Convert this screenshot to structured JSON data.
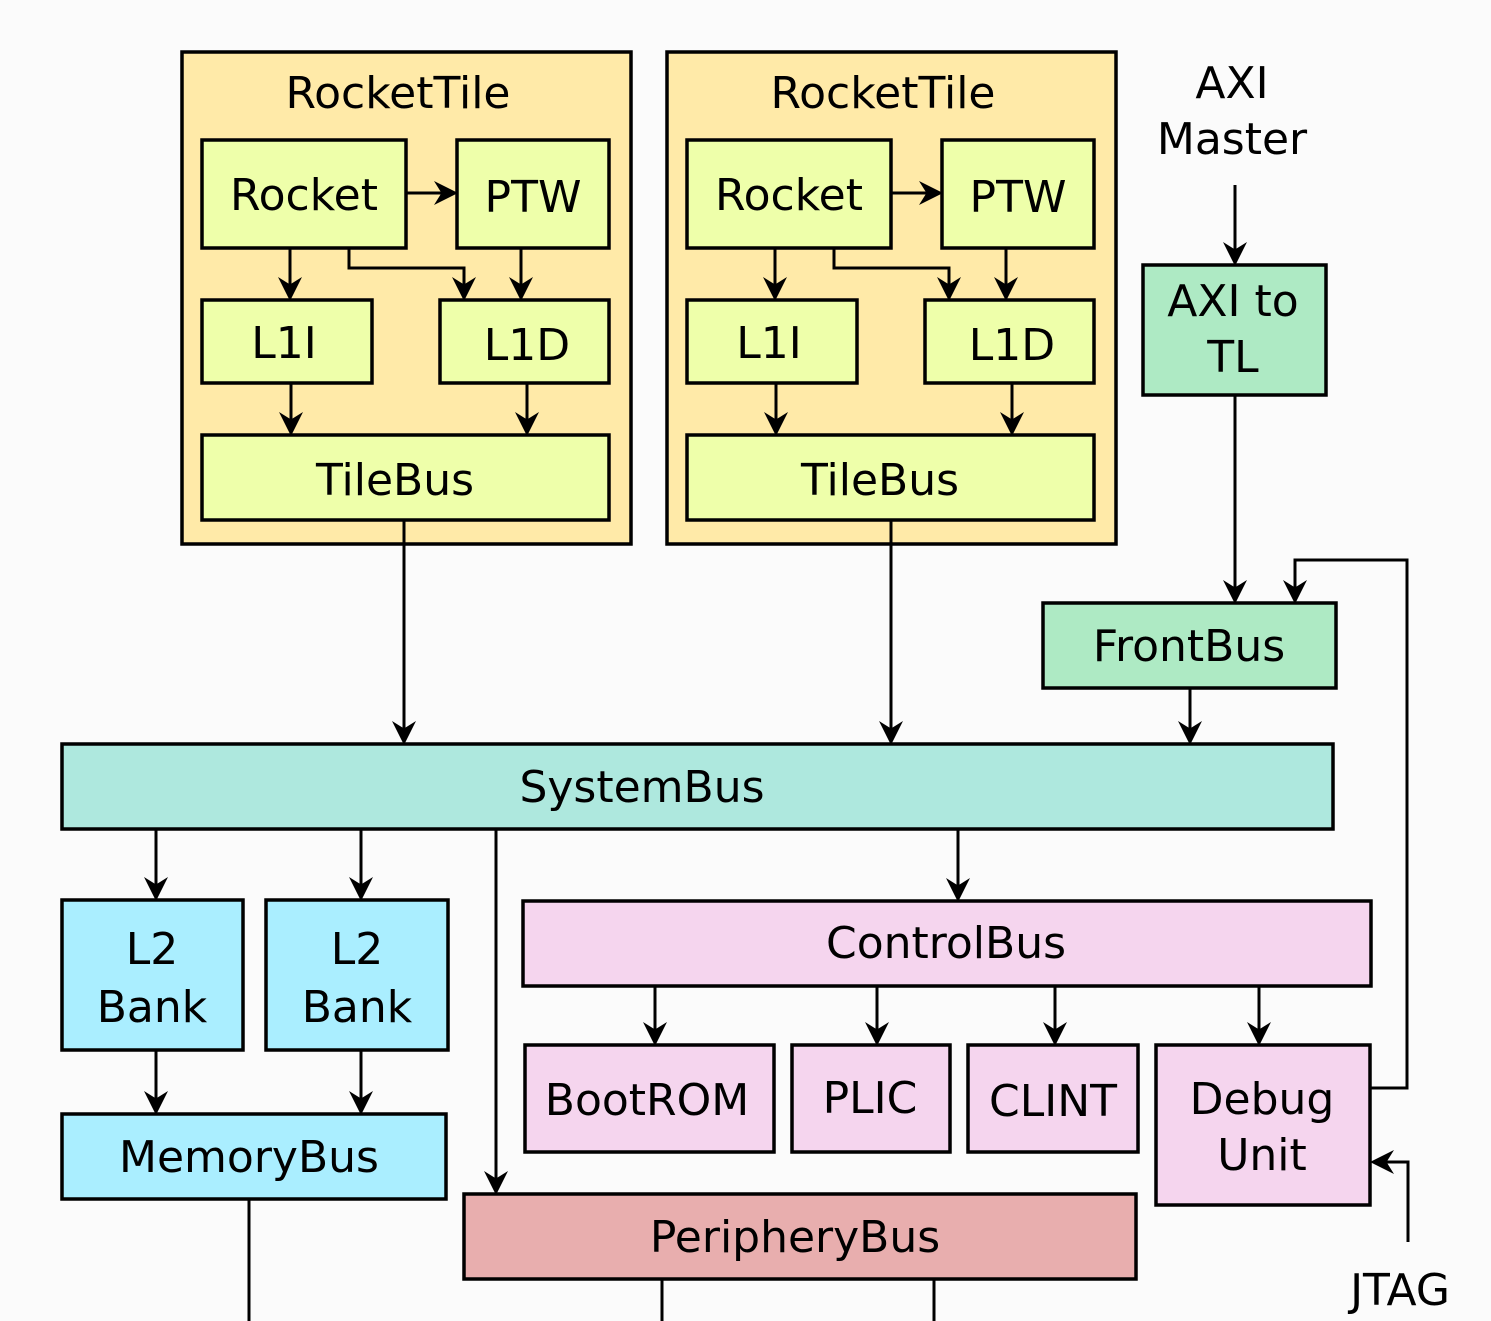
{
  "colors": {
    "tile": "#ffeaa8",
    "core": "#eeffaa",
    "front": "#aeeac4",
    "system": "#aee8de",
    "memory": "#aaeeff",
    "control": "#f5d5ee",
    "periphery": "#e8aeae"
  },
  "tiles": [
    {
      "title": "RocketTile",
      "rocket": "Rocket",
      "ptw": "PTW",
      "l1i": "L1I",
      "l1d": "L1D",
      "tilebus": "TileBus"
    },
    {
      "title": "RocketTile",
      "rocket": "Rocket",
      "ptw": "PTW",
      "l1i": "L1I",
      "l1d": "L1D",
      "tilebus": "TileBus"
    }
  ],
  "axi_master": [
    "AXI",
    "Master"
  ],
  "axi_to_tl": [
    "AXI to",
    "TL"
  ],
  "frontbus": "FrontBus",
  "systembus": "SystemBus",
  "l2_banks": [
    [
      "L2",
      "Bank"
    ],
    [
      "L2",
      "Bank"
    ]
  ],
  "memorybus": "MemoryBus",
  "controlbus": "ControlBus",
  "devices": {
    "bootrom": "BootROM",
    "plic": "PLIC",
    "clint": "CLINT",
    "debug": [
      "Debug",
      "Unit"
    ]
  },
  "peripherybus": "PeripheryBus",
  "jtag": "JTAG"
}
